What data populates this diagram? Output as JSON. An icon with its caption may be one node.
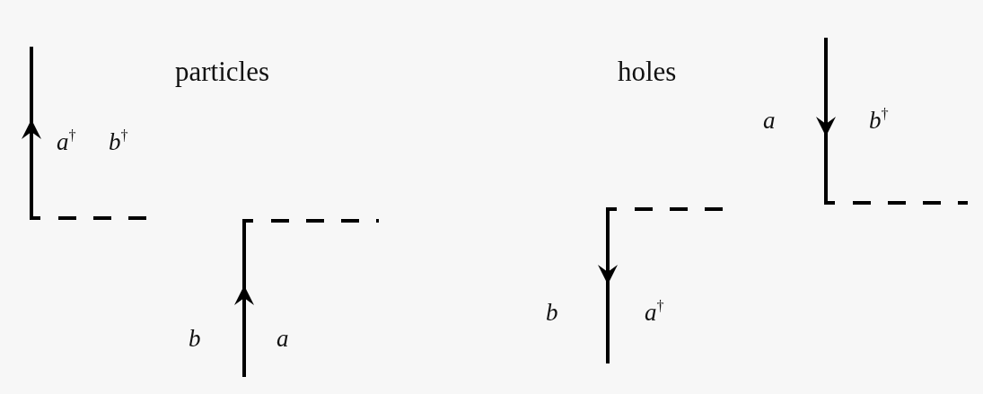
{
  "diagram": {
    "labels": [
      "particles",
      "holes",
      "a",
      "b$^{†}$",
      "a$^{†}$",
      "b$^{†}$",
      "b",
      "a$^{†}$",
      "b",
      "a"
    ]
  }
}
